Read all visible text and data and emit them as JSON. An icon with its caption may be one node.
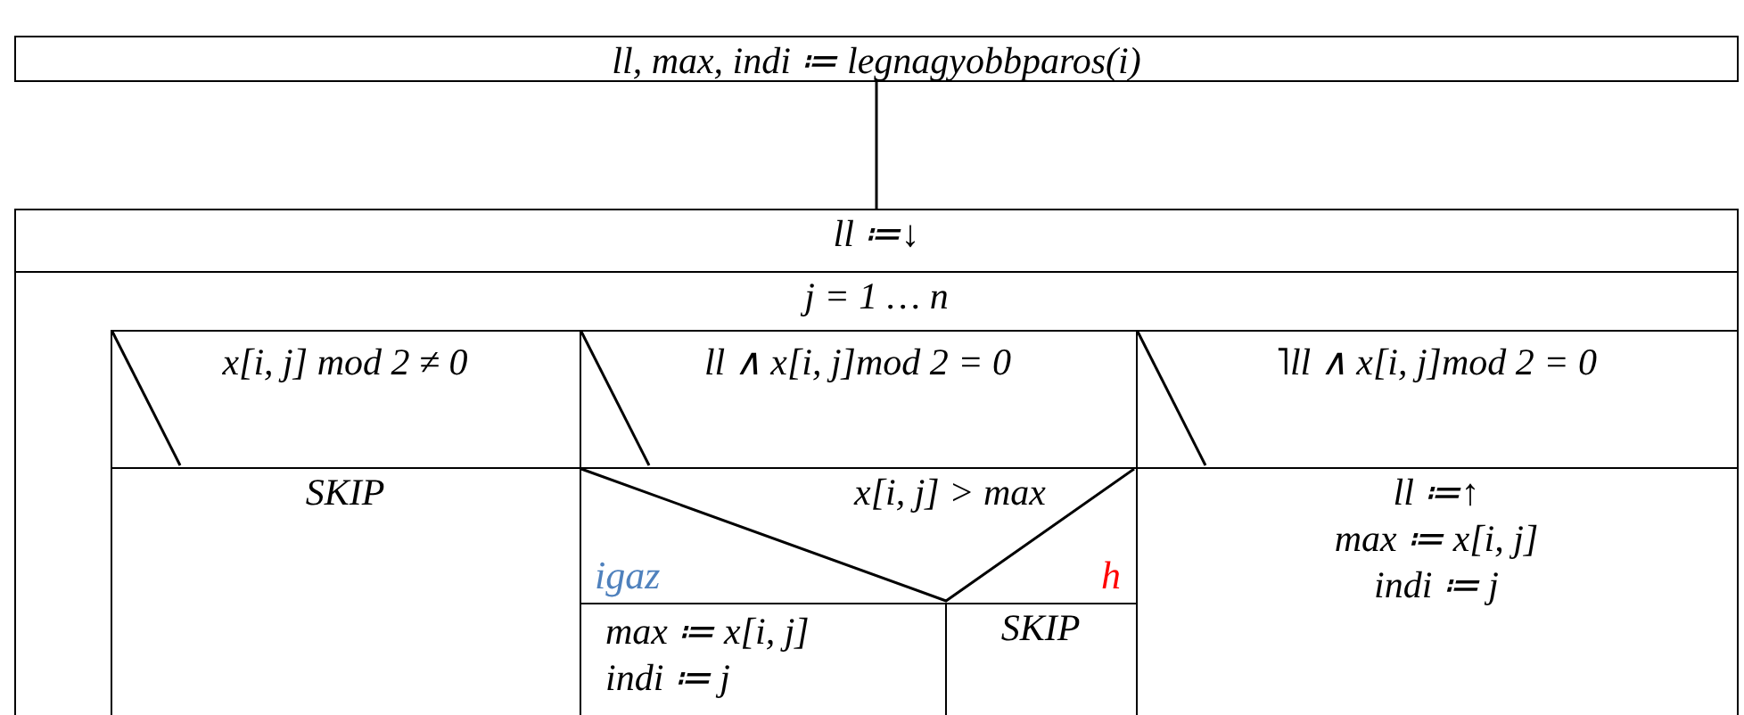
{
  "diagram": {
    "nodes": [
      {
        "text": [
          "ll, max, indi ≔ legnagyobbparos(i)"
        ]
      },
      {
        "text": [
          "ll ≔↓"
        ]
      },
      {
        "text": [
          "j = 1 … n"
        ]
      },
      {
        "text": [
          "x[i, j] mod 2 ≠ 0"
        ],
        "in": 2
      },
      {
        "text": [
          "ll  ∧  x[i, j]mod 2 = 0"
        ],
        "in": 2
      },
      {
        "text": [
          "˥ll  ∧  x[i, j]mod 2 = 0"
        ],
        "in": 2
      },
      {
        "text": [
          "SKIP"
        ],
        "in": 2
      },
      {
        "text": [
          "x[i, j] > max",
          "igaz",
          "h"
        ],
        "in": 2
      },
      {
        "text": [
          "max ≔ x[i, j]",
          "indi ≔ j"
        ],
        "in": 2
      },
      {
        "text": [
          "SKIP"
        ],
        "in": 2
      },
      {
        "text": [
          "ll ≔↑",
          "max ≔ x[i, j]",
          "indi ≔ j"
        ],
        "in": 2
      }
    ],
    "edges": [
      {
        "from": 0,
        "to": 1,
        "arrow": "none"
      }
    ]
  }
}
